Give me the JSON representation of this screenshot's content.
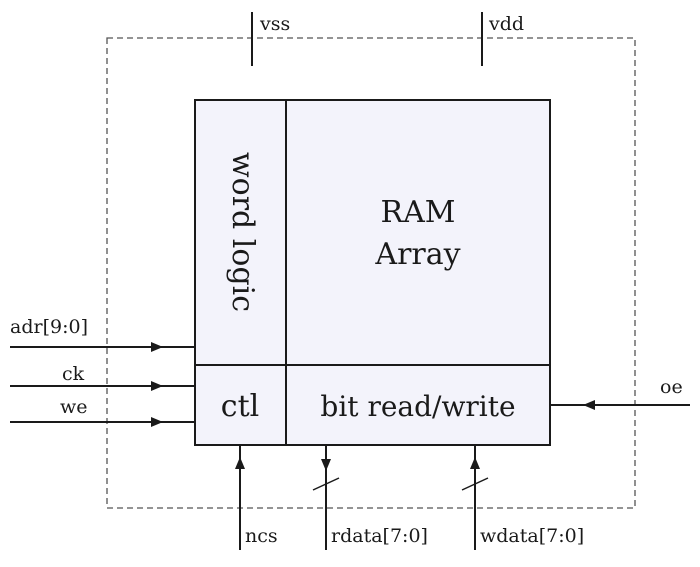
{
  "blocks": {
    "word_logic": "word logic",
    "ram_line1": "RAM",
    "ram_line2": "Array",
    "ctl": "ctl",
    "bit_rw": "bit read/write"
  },
  "signals": {
    "vss": "vss",
    "vdd": "vdd",
    "adr": "adr[9:0]",
    "ck": "ck",
    "we": "we",
    "oe": "oe",
    "ncs": "ncs",
    "rdata": "rdata[7:0]",
    "wdata": "wdata[7:0]"
  },
  "colors": {
    "block_fill": "#f3f3fb",
    "stroke": "#1a1a1a",
    "boundary": "#555555"
  }
}
